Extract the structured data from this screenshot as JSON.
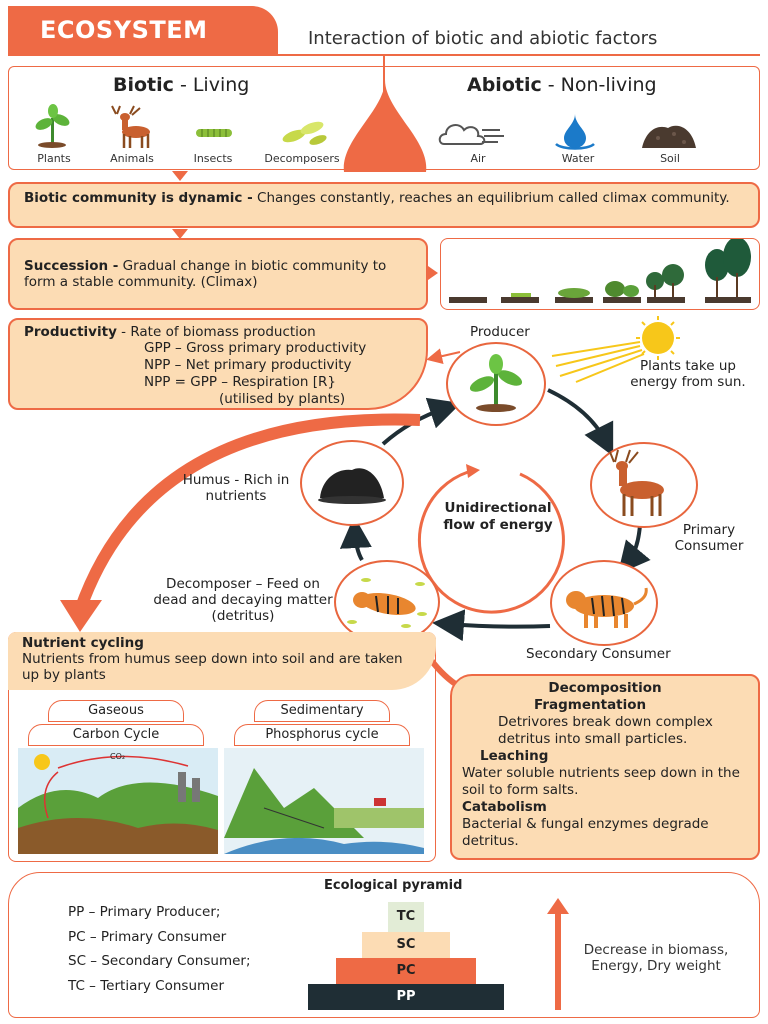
{
  "header": {
    "title": "ECOSYSTEM",
    "subtitle": "Interaction of biotic and abiotic factors"
  },
  "biotic": {
    "heading": "Biotic",
    "sep": " - ",
    "heading2": "Living",
    "items": [
      "Plants",
      "Animals",
      "Insects",
      "Decomposers"
    ]
  },
  "abiotic": {
    "heading": "Abiotic",
    "sep": " - ",
    "heading2": "Non-living",
    "items": [
      "Air",
      "Water",
      "Soil"
    ]
  },
  "community": {
    "bold": "Biotic community is dynamic -",
    "text": " Changes constantly, reaches an equilibrium called climax community."
  },
  "succession": {
    "bold": "Succession -",
    "text": " Gradual change in biotic community to form a stable community. (Climax)"
  },
  "productivity": {
    "bold": "Productivity",
    "text": " - Rate of biomass production",
    "lines": [
      "GPP – Gross primary productivity",
      "NPP – Net primary productivity",
      "NPP = GPP – Respiration [R}",
      "(utilised by plants)"
    ]
  },
  "cycle": {
    "producer": "Producer",
    "sun_note": "Plants take up energy from sun.",
    "primary": "Primary Consumer",
    "secondary": "Secondary Consumer",
    "decomposer": "Decomposer – Feed on dead and decaying matter (detritus)",
    "humus": "Humus - Rich in nutrients",
    "center": "Unidirectional flow of energy"
  },
  "nutrient": {
    "title": "Nutrient cycling",
    "text": "Nutrients from humus seep down into soil and are taken up by plants",
    "gaseous": "Gaseous",
    "carbon": "Carbon Cycle",
    "sedimentary": "Sedimentary",
    "phosphorus": "Phosphorus cycle",
    "co2": "CO₂"
  },
  "decomposition": {
    "title": "Decomposition",
    "frag_title": "Fragmentation",
    "frag_text": "Detrivores break down complex detritus into small particles.",
    "leach_title": "Leaching",
    "leach_text": "Water soluble nutrients seep down in the soil to form salts.",
    "cat_title": "Catabolism",
    "cat_text": "Bacterial & fungal enzymes degrade detritus."
  },
  "pyramid": {
    "title": "Ecological pyramid",
    "legend": [
      "PP – Primary Producer;",
      "PC – Primary Consumer",
      "SC – Secondary Consumer;",
      "TC – Tertiary Consumer"
    ],
    "levels": [
      "TC",
      "SC",
      "PC",
      "PP"
    ],
    "note": "Decrease in biomass, Energy, Dry weight"
  },
  "colors": {
    "accent": "#ee6a45",
    "peach": "#fcdcb4",
    "dark": "#1f2e35"
  }
}
